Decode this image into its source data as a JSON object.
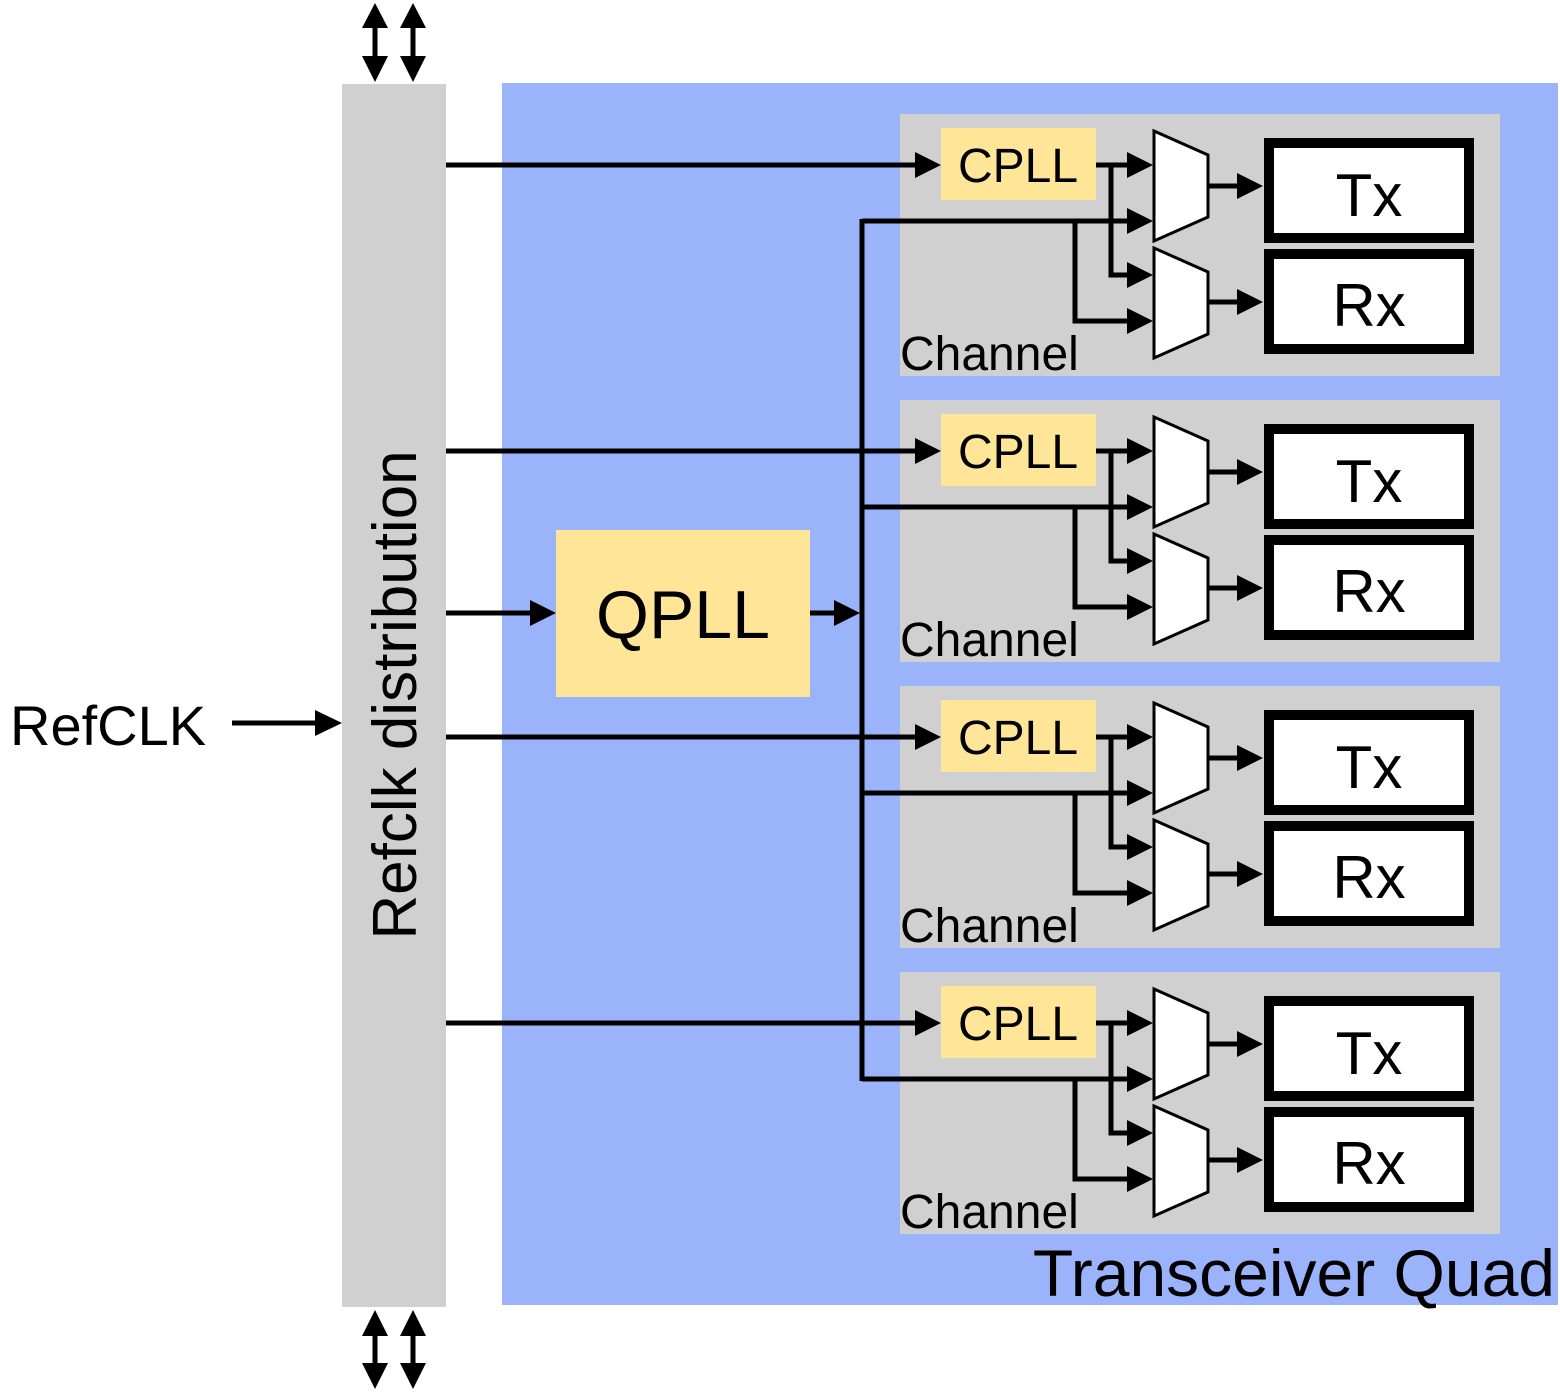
{
  "input_label": "RefCLK",
  "distribution_label": "Refclk distribution",
  "quad_label": "Transceiver Quad",
  "qpll_label": "QPLL",
  "colors": {
    "quad_bg": "#9bb3fb",
    "block_bg": "#d0d0d0",
    "pll_bg": "#fee598",
    "line": "#000000"
  },
  "channels": [
    {
      "label": "Channel",
      "cpll_label": "CPLL",
      "tx_label": "Tx",
      "rx_label": "Rx"
    },
    {
      "label": "Channel",
      "cpll_label": "CPLL",
      "tx_label": "Tx",
      "rx_label": "Rx"
    },
    {
      "label": "Channel",
      "cpll_label": "CPLL",
      "tx_label": "Tx",
      "rx_label": "Rx"
    },
    {
      "label": "Channel",
      "cpll_label": "CPLL",
      "tx_label": "Tx",
      "rx_label": "Rx"
    }
  ]
}
